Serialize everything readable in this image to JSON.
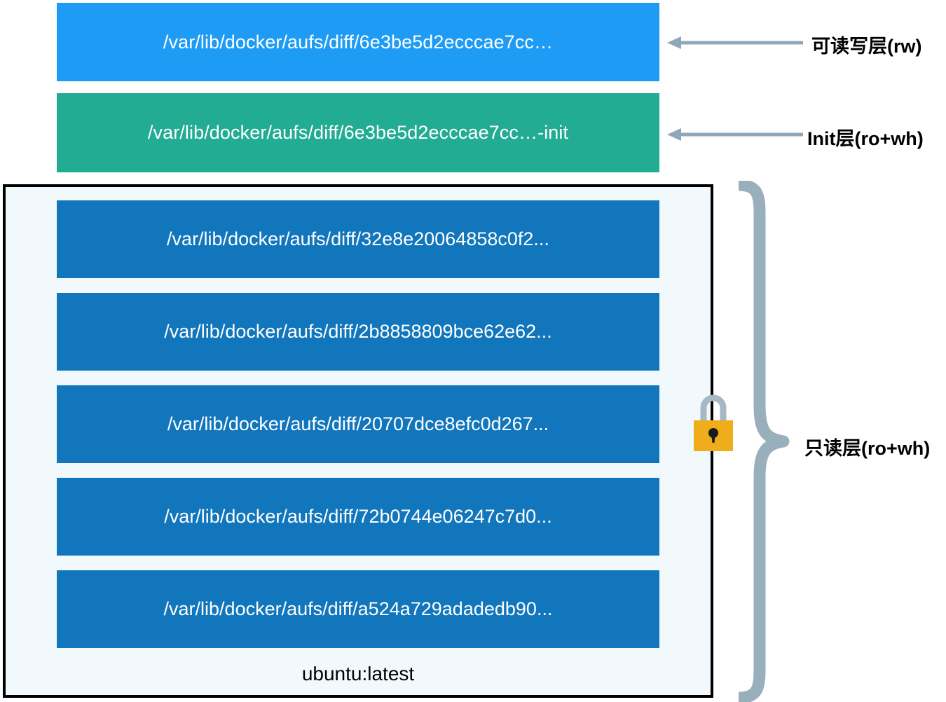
{
  "diagram": {
    "title": "Docker AUFS layer structure",
    "colors": {
      "rw_layer": "#1E9CF5",
      "init_layer": "#22AC94",
      "ro_layer": "#1276BC",
      "ro_container_bg": "#F2F9FD",
      "ro_container_border": "#000000",
      "arrow": "#8FA8B8",
      "brace": "#9AAFBC",
      "lock_body": "#EFAC1B",
      "lock_shackle": "#A5B8C4",
      "text_on_layer": "#FFFFFF",
      "label_text": "#000000"
    }
  },
  "rw_layer": {
    "path": "/var/lib/docker/aufs/diff/6e3be5d2ecccae7cc…",
    "callout_label": "可读写层(rw)"
  },
  "init_layer": {
    "path": "/var/lib/docker/aufs/diff/6e3be5d2ecccae7cc…-init",
    "callout_label": "Init层(ro+wh)"
  },
  "readonly_group": {
    "callout_label": "只读层(ro+wh)",
    "image_name": "ubuntu:latest",
    "lock_icon": "lock-icon",
    "layers": [
      {
        "path": "/var/lib/docker/aufs/diff/32e8e20064858c0f2..."
      },
      {
        "path": "/var/lib/docker/aufs/diff/2b8858809bce62e62..."
      },
      {
        "path": "/var/lib/docker/aufs/diff/20707dce8efc0d267..."
      },
      {
        "path": "/var/lib/docker/aufs/diff/72b0744e06247c7d0..."
      },
      {
        "path": "/var/lib/docker/aufs/diff/a524a729adadedb90..."
      }
    ]
  }
}
